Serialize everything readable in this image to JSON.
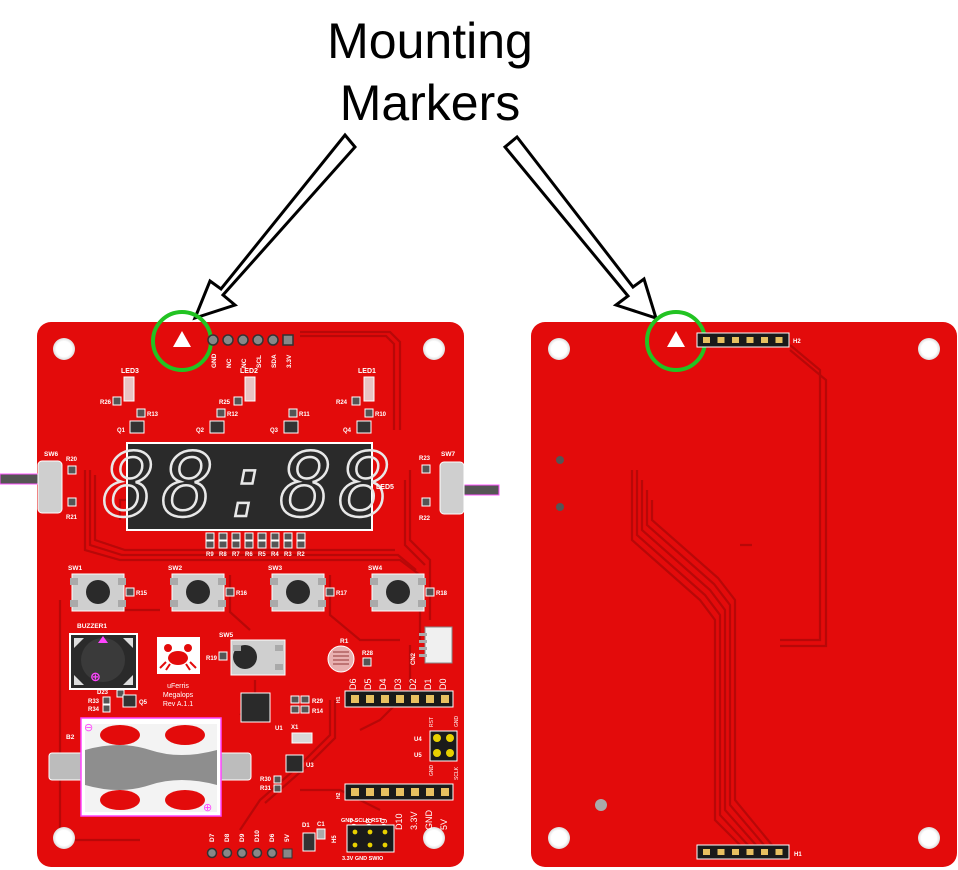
{
  "title": {
    "line1": "Mounting",
    "line2": "Markers"
  },
  "front": {
    "header_pins": [
      "GND",
      "NC",
      "NC",
      "SCL",
      "SDA",
      "3.3V"
    ],
    "leds": [
      "LED3",
      "LED2",
      "LED1"
    ],
    "resistors_top": [
      "R26",
      "R13",
      "R25",
      "R12",
      "R11",
      "R24",
      "R10"
    ],
    "transistors": [
      "Q1",
      "Q2",
      "Q3",
      "Q4"
    ],
    "switches_side": [
      "SW6",
      "SW7"
    ],
    "resistors_side": [
      "R20",
      "R21",
      "R23",
      "R22"
    ],
    "display_label": "LED5",
    "display_digits": "88:88",
    "resistor_row": [
      "R9",
      "R8",
      "R7",
      "R6",
      "R5",
      "R4",
      "R3",
      "R2"
    ],
    "buttons": [
      "SW1",
      "SW2",
      "SW3",
      "SW4"
    ],
    "button_resistors": [
      "R15",
      "R16",
      "R17",
      "R18"
    ],
    "buzzer_label": "BUZZER1",
    "sw5_label": "SW5",
    "r19_label": "R19",
    "r1_label": "R1",
    "r28_label": "R28",
    "cn2_label": "CN2",
    "board_name": [
      "uFerris",
      "Megalops",
      "Rev A.1.1"
    ],
    "misc_labels": [
      "D23",
      "R33",
      "R34",
      "Q5",
      "R29",
      "R14",
      "U1",
      "X1",
      "U3",
      "R30",
      "R31",
      "B2",
      "U4",
      "U5",
      "H5",
      "C1",
      "D1"
    ],
    "digital_top": [
      "D6",
      "D5",
      "D4",
      "D3",
      "D2",
      "D1",
      "D0"
    ],
    "digital_bottom": [
      "D7",
      "D8",
      "D9",
      "D10",
      "3.3V",
      "GND",
      "5V"
    ],
    "bottom_pins": [
      "D7",
      "D8",
      "D9",
      "D10",
      "D6",
      "5V"
    ],
    "h5_top": "GND SCLK RST",
    "h5_bottom": "3.3V GND SWIO",
    "u4_labels": [
      "RST",
      "GND",
      "SCLK",
      "GND"
    ]
  },
  "back": {
    "h2_label": "H2",
    "h1_label": "H1"
  },
  "colors": {
    "board": "#e30b0b",
    "trace": "#b80808",
    "marker_ring": "#22c322",
    "silk": "#ffffff",
    "display": "#2a2a2a"
  }
}
